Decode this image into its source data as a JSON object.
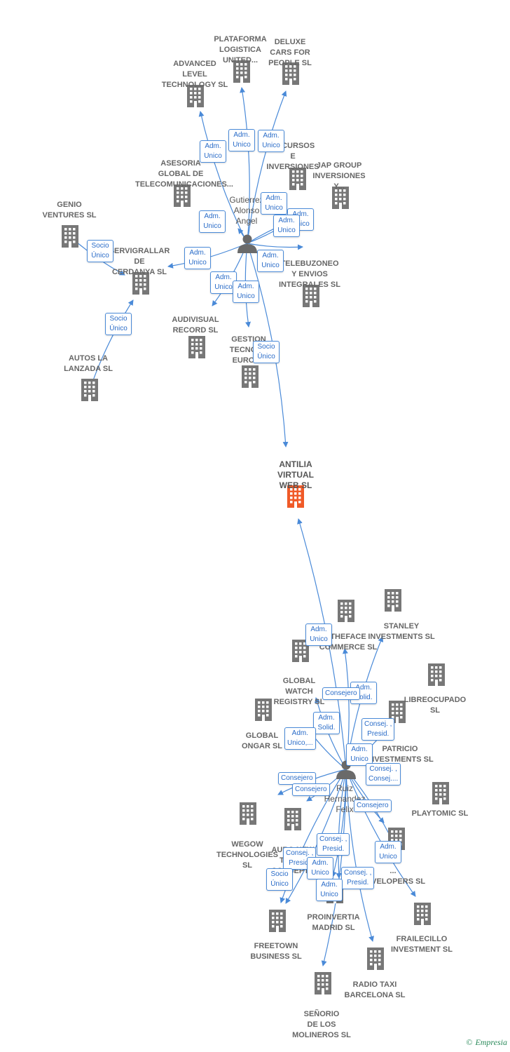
{
  "companies": [
    {
      "id": "antilia",
      "label": "ANTILIA\nVIRTUAL\nWEB  SL",
      "target": true
    },
    {
      "id": "plataforma",
      "label": "PLATAFORMA\nLOGISTICA\nUNITED..."
    },
    {
      "id": "deluxe",
      "label": "DELUXE\nCARS FOR\nPEOPLE  SL"
    },
    {
      "id": "advanced",
      "label": "ADVANCED\nLEVEL\nTECHNOLOGY SL"
    },
    {
      "id": "asesoria",
      "label": "ASESORIA\nGLOBAL DE\nTELECOMUNICACIONES..."
    },
    {
      "id": "recursos",
      "label": "RECURSOS\nE\nINVERSIONES"
    },
    {
      "id": "jap",
      "label": "JAP GROUP\nINVERSIONES\nY..."
    },
    {
      "id": "genio",
      "label": "GENIO\nVENTURES  SL"
    },
    {
      "id": "servigrallar",
      "label": "SERVIGRALLAR\nDE\nCERDANYA SL"
    },
    {
      "id": "telebuzoneo",
      "label": "TELEBUZONEO\nY ENVIOS\nINTEGRALES SL"
    },
    {
      "id": "audivisual",
      "label": "AUDIVISUAL\nRECORD SL"
    },
    {
      "id": "gestion",
      "label": "GESTION\nTECNOL...\nEUROP..."
    },
    {
      "id": "autos",
      "label": "AUTOS LA\nLANZADA  SL"
    },
    {
      "id": "stanley",
      "label": "STANLEY\nINVESTMENTS SL"
    },
    {
      "id": "theface",
      "label": "THEFACE\nCOMMERCE  SL"
    },
    {
      "id": "globalwatch",
      "label": "GLOBAL\nWATCH\nREGISTRY SL"
    },
    {
      "id": "libreocupado",
      "label": "LIBREOCUPADO\nSL"
    },
    {
      "id": "globalongar",
      "label": "GLOBAL\nONGAR  SL"
    },
    {
      "id": "patricio",
      "label": "PATRICIO\nINVESTMENTS SL"
    },
    {
      "id": "playtomic",
      "label": "PLAYTOMIC  SL"
    },
    {
      "id": "wegow",
      "label": "WEGOW\nTECHNOLOGIES\nSL"
    },
    {
      "id": "auronew",
      "label": "AURO NEW\nTRANS\nCONCEPT..."
    },
    {
      "id": "developers",
      "label": "...\nDEVELOPERS SL"
    },
    {
      "id": "proinvertia",
      "label": "PROINVERTIA\nMADRID SL"
    },
    {
      "id": "frailecillo",
      "label": "FRAILECILLO\nINVESTMENT SL"
    },
    {
      "id": "freetown",
      "label": "FREETOWN\nBUSINESS  SL"
    },
    {
      "id": "radiotaxi",
      "label": "RADIO TAXI\nBARCELONA SL"
    },
    {
      "id": "senorio",
      "label": "SEÑORIO\nDE LOS\nMOLINEROS SL"
    }
  ],
  "persons": [
    {
      "id": "gutierrez",
      "label": "Gutierrez\nAlonso\nAngel"
    },
    {
      "id": "ruiz",
      "label": "Ruiz\nHernandez\nFelix"
    }
  ],
  "relations": [
    {
      "label": "Adm.\nUnico"
    },
    {
      "label": "Adm.\nUnico"
    },
    {
      "label": "Adm.\nUnico"
    },
    {
      "label": "Adm.\nUnico"
    },
    {
      "label": "Adm.\nUnico"
    },
    {
      "label": "Adm.\nUnico"
    },
    {
      "label": "Adm.\nUnico"
    },
    {
      "label": "Adm.\nUnico"
    },
    {
      "label": "Adm.\nUnico"
    },
    {
      "label": "Adm.\nUnico"
    },
    {
      "label": "Adm.\nUnico"
    },
    {
      "label": "Socio\nÚnico"
    },
    {
      "label": "Socio\nÚnico"
    },
    {
      "label": "Socio\nÚnico"
    },
    {
      "label": "Adm.\nUnico"
    },
    {
      "label": "Adm.\nSolid."
    },
    {
      "label": "Consejero"
    },
    {
      "label": "Adm.\nSolid."
    },
    {
      "label": "Consej. ,\nPresid."
    },
    {
      "label": "Adm.\nUnico,..."
    },
    {
      "label": "Adm.\nUnico"
    },
    {
      "label": "Consej. ,\nConsej...."
    },
    {
      "label": "Consejero"
    },
    {
      "label": "Consejero"
    },
    {
      "label": "Consejero"
    },
    {
      "label": "Consej. ,\nPresid."
    },
    {
      "label": "Adm.\nUnico"
    },
    {
      "label": "Consej. ,\nPresid."
    },
    {
      "label": "Socio\nÚnico"
    },
    {
      "label": "Adm.\nUnico"
    },
    {
      "label": "Consej. ,\nPresid."
    },
    {
      "label": "Adm.\nUnico"
    }
  ],
  "brand": {
    "copyright": "©",
    "name": "Empresia"
  },
  "colors": {
    "accent": "#4a8ad8",
    "building": "#777777",
    "target": "#f05a28",
    "person": "#6a6a6a"
  }
}
